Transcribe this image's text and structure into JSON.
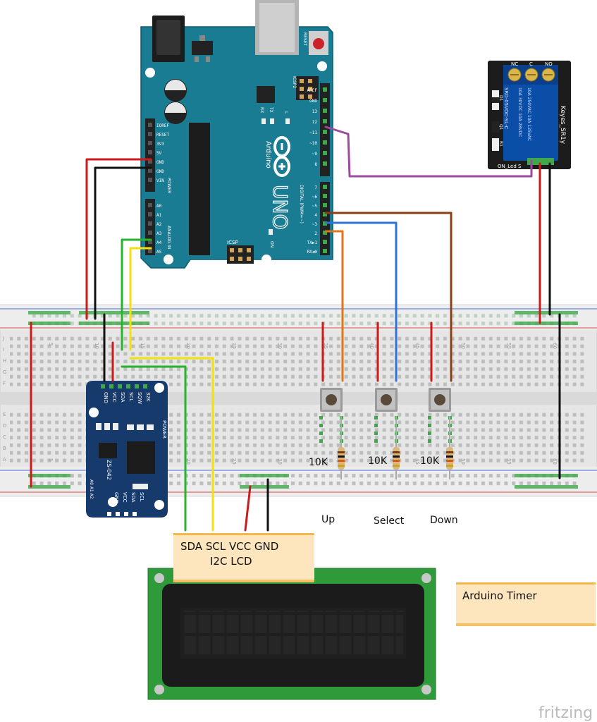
{
  "arduino": {
    "brand": "Arduino",
    "model": "UNO",
    "reset_label": "RESET",
    "icsp2_label": "ICSP2",
    "icsp_label": "ICSP",
    "on_label": "ON",
    "tx_label": "TX",
    "rx_label": "RX",
    "l_label": "L",
    "power_header": [
      "IOREF",
      "RESET",
      "3V3",
      "5V",
      "GND",
      "GND",
      "VIN"
    ],
    "power_title": "POWER",
    "analog_header": [
      "A0",
      "A1",
      "A2",
      "A3",
      "A4",
      "A5"
    ],
    "analog_title": "ANALOG IN",
    "digital_top": [
      "AREF",
      "GND",
      "13",
      "12",
      "~11",
      "~10",
      "~9",
      "8"
    ],
    "digital_bottom": [
      "7",
      "~6",
      "~5",
      "4",
      "~3",
      "2",
      "TX▶1",
      "RX◀0"
    ],
    "digital_title": "DIGITAL (PWM=~)"
  },
  "relay": {
    "terminals": [
      "NC",
      "C",
      "NO"
    ],
    "relay_text": [
      "SRD-05VDC-SL-C",
      "10A 250VAC  10A 125VAC",
      "10A 30VDC  10A 28VDC"
    ],
    "name": "Keyes_SR1y",
    "pins_label": "ON_Led S",
    "parts": [
      "D1",
      "Q1",
      "R1"
    ]
  },
  "rtc": {
    "top_pins": [
      "32K",
      "SQW",
      "SCL",
      "SDA",
      "VCC",
      "GND"
    ],
    "bottom_pins": [
      "SCL",
      "SDA",
      "VCC",
      "GND"
    ],
    "model": "ZS-042",
    "power_label": "POWER",
    "addr_label": "A0 A1 A2"
  },
  "breadboard": {
    "top_numbers": [
      "5",
      "10",
      "15",
      "20",
      "25",
      "30",
      "35",
      "40",
      "45",
      "50",
      "55",
      "60"
    ],
    "row_letters_top": [
      "J",
      "I",
      "H",
      "G",
      "F"
    ],
    "row_letters_bottom": [
      "E",
      "D",
      "C",
      "B",
      "A"
    ]
  },
  "resistors": [
    "10K",
    "10K",
    "10K"
  ],
  "buttons": {
    "up": "Up",
    "select": "Select",
    "down": "Down"
  },
  "lcd_note": {
    "line1": "SDA  SCL VCC GND",
    "line2": "I2C LCD"
  },
  "title_note": "Arduino Timer",
  "watermark": "fritzing",
  "colors": {
    "board": "#1a7c93",
    "relay": "#0b4ea8",
    "rtc": "#153a6b",
    "breadboard": "#e9e9e9",
    "lcd_pcb": "#2f9a3a",
    "wire_red": "#cc1a1a",
    "wire_black": "#111111",
    "wire_yellow": "#f2e10f",
    "wire_green": "#27b32c",
    "wire_orange": "#e0761c",
    "wire_blue": "#2f73d6",
    "wire_brown": "#8a3f16",
    "wire_purple": "#9b4a9e"
  }
}
